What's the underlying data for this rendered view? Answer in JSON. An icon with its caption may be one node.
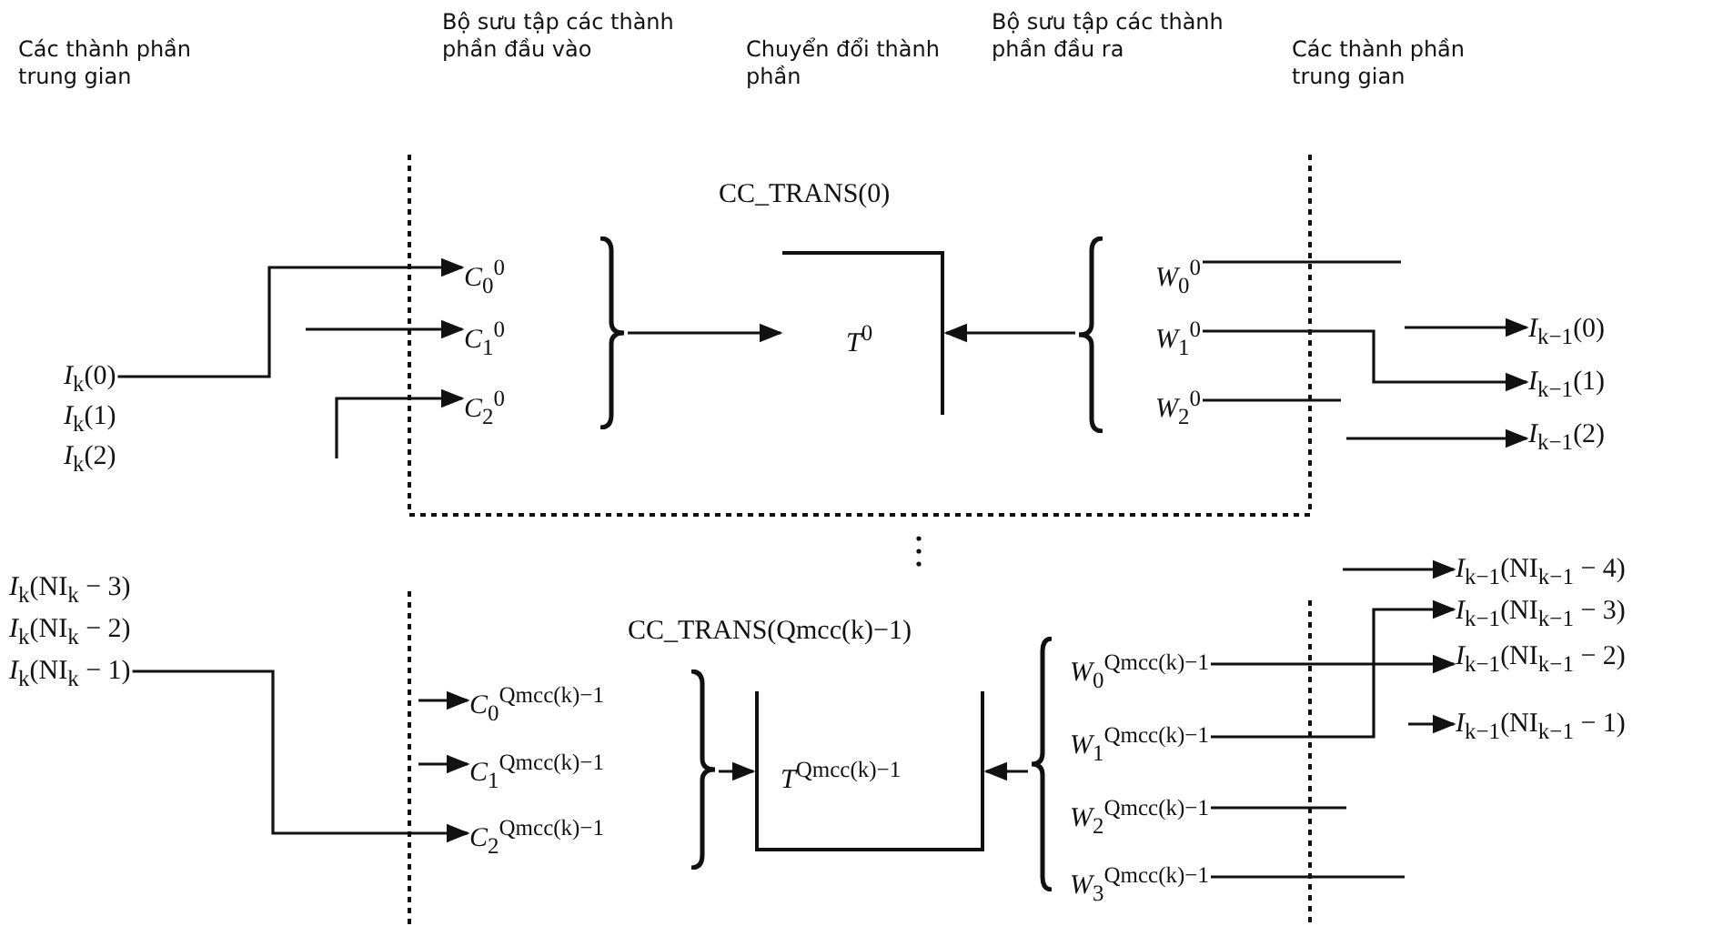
{
  "diagram": {
    "nodes": [
      {
        "text": [
          "*I*$_{k}$(0)"
        ]
      },
      {
        "text": [
          "*I*$_{k}$(1)"
        ]
      },
      {
        "text": [
          "*I*$_{k}$(2)"
        ]
      },
      {
        "text": [
          "*I*$_{k}$(NI$_{k}$ − 3)"
        ]
      },
      {
        "text": [
          "*I*$_{k}$(NI$_{k}$ − 2)"
        ]
      },
      {
        "text": [
          "*I*$_{k}$(NI$_{k}$ − 1)"
        ]
      },
      {
        "text": [
          "*C*$_{0}$$^{0}$"
        ]
      },
      {
        "text": [
          "*C*$_{1}$$^{0}$"
        ]
      },
      {
        "text": [
          "*C*$_{2}$$^{0}$"
        ]
      },
      {
        "text": [],
        "shape": "bracket"
      },
      {
        "text": [
          "CC_TRANS(0)",
          "*T*$^{0}$"
        ]
      },
      {
        "text": [],
        "shape": "bracket"
      },
      {
        "text": [
          "*W*$_{0}$$^{0}$"
        ]
      },
      {
        "text": [
          "*W*$_{1}$$^{0}$"
        ]
      },
      {
        "text": [
          "*W*$_{2}$$^{0}$"
        ]
      },
      {
        "text": [
          "*I*$_{k−1}$(0)"
        ]
      },
      {
        "text": [
          "*I*$_{k−1}$(1)"
        ]
      },
      {
        "text": [
          "*I*$_{k−1}$(2)"
        ]
      },
      {
        "text": [
          "*C*$_{0}$$^{Qmcc(k)−1}$"
        ]
      },
      {
        "text": [
          "*C*$_{1}$$^{Qmcc(k)−1}$"
        ]
      },
      {
        "text": [
          "*C*$_{2}$$^{Qmcc(k)−1}$"
        ]
      },
      {
        "text": [],
        "shape": "bracket"
      },
      {
        "text": [
          "CC_TRANS(Qmcc(k)−1)",
          "*T*$^{Qmcc(k)−1}$"
        ]
      },
      {
        "text": [],
        "shape": "bracket"
      },
      {
        "text": [
          "*W*$_{0}$$^{Qmcc(k)−1}$"
        ]
      },
      {
        "text": [
          "*W*$_{1}$$^{Qmcc(k)−1}$"
        ]
      },
      {
        "text": [
          "*W*$_{2}$$^{Qmcc(k)−1}$"
        ]
      },
      {
        "text": [
          "*W*$_{3}$$^{Qmcc(k)−1}$"
        ]
      },
      {
        "text": [
          "*I*$_{k−1}$(NI$_{k−1}$ − 4)"
        ]
      },
      {
        "text": [
          "*I*$_{k−1}$(NI$_{k−1}$ − 3)"
        ]
      },
      {
        "text": [
          "*I*$_{k−1}$(NI$_{k−1}$ − 2)"
        ]
      },
      {
        "text": [
          "*I*$_{k−1}$(NI$_{k−1}$ − 1)"
        ]
      }
    ],
    "edges": [
      {
        "from": 0,
        "to": 6,
        "arrow": "to"
      },
      {
        "from": null,
        "to": 7,
        "arrow": "to"
      },
      {
        "from": null,
        "to": 8,
        "arrow": "to"
      },
      {
        "from": 9,
        "to": 10,
        "arrow": "to"
      },
      {
        "from": 11,
        "to": 10,
        "arrow": "to"
      },
      {
        "from": 12,
        "to": null,
        "arrow": "none"
      },
      {
        "from": 13,
        "to": 16,
        "arrow": "to"
      },
      {
        "from": 14,
        "to": null,
        "arrow": "none"
      },
      {
        "from": null,
        "to": 15,
        "arrow": "to"
      },
      {
        "from": null,
        "to": 17,
        "arrow": "to"
      },
      {
        "from": null,
        "to": 18,
        "arrow": "to"
      },
      {
        "from": null,
        "to": 19,
        "arrow": "to"
      },
      {
        "from": 5,
        "to": 20,
        "arrow": "to"
      },
      {
        "from": 21,
        "to": 22,
        "arrow": "to"
      },
      {
        "from": 23,
        "to": 22,
        "arrow": "to"
      },
      {
        "from": 24,
        "to": 30,
        "arrow": "to"
      },
      {
        "from": 25,
        "to": 29,
        "arrow": "to"
      },
      {
        "from": 26,
        "to": null,
        "arrow": "none"
      },
      {
        "from": 27,
        "to": null,
        "arrow": "none"
      },
      {
        "from": null,
        "to": 28,
        "arrow": "to"
      },
      {
        "from": null,
        "to": 31,
        "arrow": "to"
      }
    ],
    "labels": [
      "Các thành phần trung gian",
      "Bộ sưu tập các thành phần đầu vào",
      "Chuyển đổi thành phần",
      "Bộ sưu tập các thành phần đầu ra",
      "Các thành phần trung gian"
    ]
  }
}
